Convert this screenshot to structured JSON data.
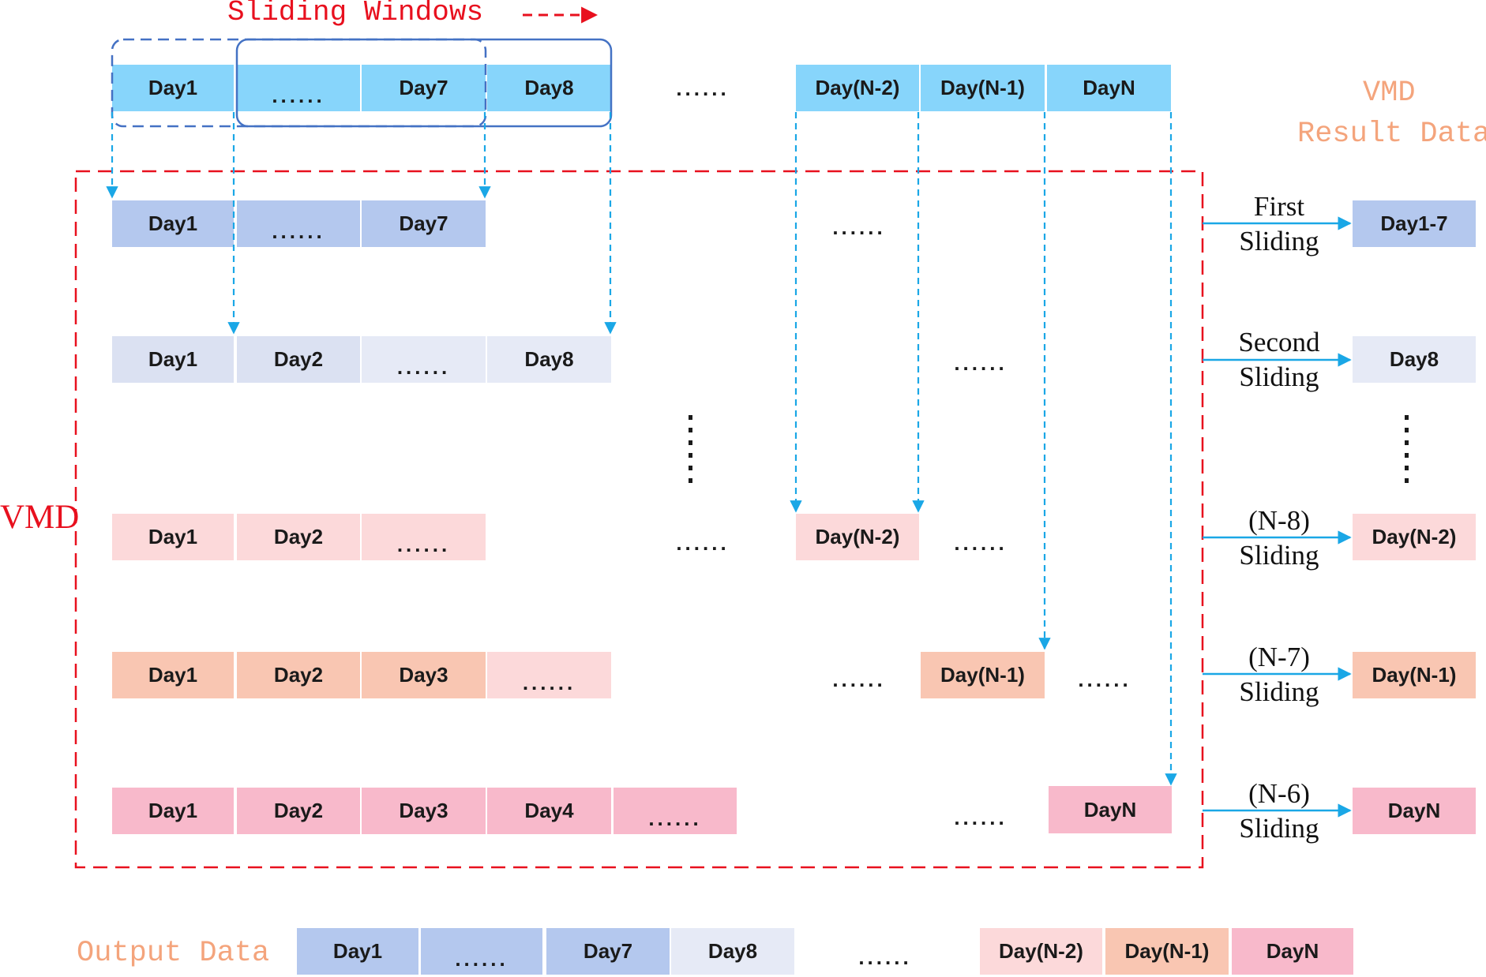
{
  "header": {
    "title": "Sliding Windows",
    "right_title_line1": "VMD",
    "right_title_line2": "Result Data"
  },
  "side_label": "VMD",
  "footer_label": "Output Data",
  "ellipsis": "......",
  "colors": {
    "input": "#87d5fb",
    "window_row": "#b4c8ee",
    "second_row": "#dbe1f2",
    "second_row_light": "#e6eaf6",
    "third_row": "#fcd9da",
    "fourth_row": "#f9c6b2",
    "fourth_row_light": "#fcd9da",
    "fifth_row": "#f8b9cb",
    "vmd_border": "#e8101e",
    "window_border_dashed": "#4471c4",
    "window_border_solid": "#4472c4",
    "arrow": "#1aa7e6",
    "label_orange": "#f4a47c",
    "title_red": "#e8101e"
  },
  "rows": {
    "input": [
      "Day1",
      "......",
      "Day7",
      "Day8",
      "Day(N-2)",
      "Day(N-1)",
      "DayN"
    ],
    "row1": [
      "Day1",
      "......",
      "Day7"
    ],
    "row2": [
      "Day1",
      "Day2",
      "......",
      "Day8"
    ],
    "row3": [
      "Day1",
      "Day2",
      "......",
      "Day(N-2)"
    ],
    "row4": [
      "Day1",
      "Day2",
      "Day3",
      "......",
      "Day(N-1)"
    ],
    "row5": [
      "Day1",
      "Day2",
      "Day3",
      "Day4",
      "......",
      "DayN"
    ],
    "output": [
      "Day1",
      "......",
      "Day7",
      "Day8",
      "Day(N-2)",
      "Day(N-1)",
      "DayN"
    ]
  },
  "steps": [
    {
      "line1": "First",
      "line2": "Sliding",
      "result": "Day1-7"
    },
    {
      "line1": "Second",
      "line2": "Sliding",
      "result": "Day8"
    },
    {
      "line1": "(N-8)",
      "line2": "Sliding",
      "result": "Day(N-2)"
    },
    {
      "line1": "(N-7)",
      "line2": "Sliding",
      "result": "Day(N-1)"
    },
    {
      "line1": "(N-6)",
      "line2": "Sliding",
      "result": "DayN"
    }
  ]
}
